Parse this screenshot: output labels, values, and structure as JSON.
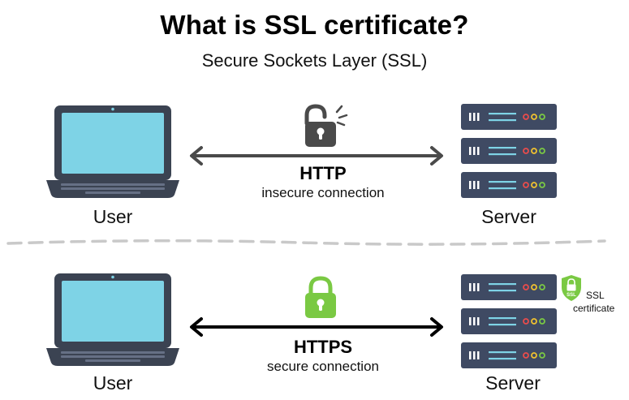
{
  "header": {
    "title": "What is SSL certificate?",
    "subtitle": "Secure Sockets Layer (SSL)"
  },
  "top": {
    "client_label": "User",
    "server_label": "Server",
    "protocol": "HTTP",
    "connection": "insecure connection",
    "lock_state": "unlocked",
    "lock_color": "#4a4a4a"
  },
  "bottom": {
    "client_label": "User",
    "server_label": "Server",
    "protocol": "HTTPS",
    "connection": "secure connection",
    "lock_state": "locked",
    "lock_color": "#7ac943",
    "badge_line1": "SSL",
    "badge_line2": "certificate",
    "badge_icon_text": "SSL"
  },
  "colors": {
    "laptop_frame": "#3b4352",
    "laptop_screen": "#7ed3e6",
    "server_body": "#3f4a63",
    "server_light_red": "#e94c4c",
    "server_light_yellow": "#f0c030",
    "server_light_green": "#7ac943",
    "server_line": "#7ed3e6",
    "badge_green": "#7ac943",
    "divider": "#c9c9c9"
  }
}
